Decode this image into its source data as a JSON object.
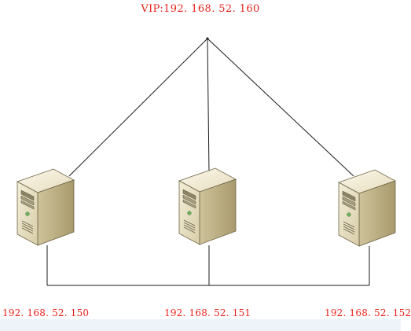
{
  "vip": {
    "text": "VIP:192. 168. 52. 160"
  },
  "servers": [
    {
      "ip": "192. 168. 52. 150",
      "icon": "server-tower-icon"
    },
    {
      "ip": "192. 168. 52. 151",
      "icon": "server-tower-icon"
    },
    {
      "ip": "192. 168. 52. 152",
      "icon": "server-tower-icon"
    }
  ],
  "colors": {
    "label_red": "#e8231c",
    "line": "#1a1a1a",
    "server_front": "#e9e1c6",
    "server_top": "#f6f1df",
    "server_side": "#b8ab7f"
  }
}
